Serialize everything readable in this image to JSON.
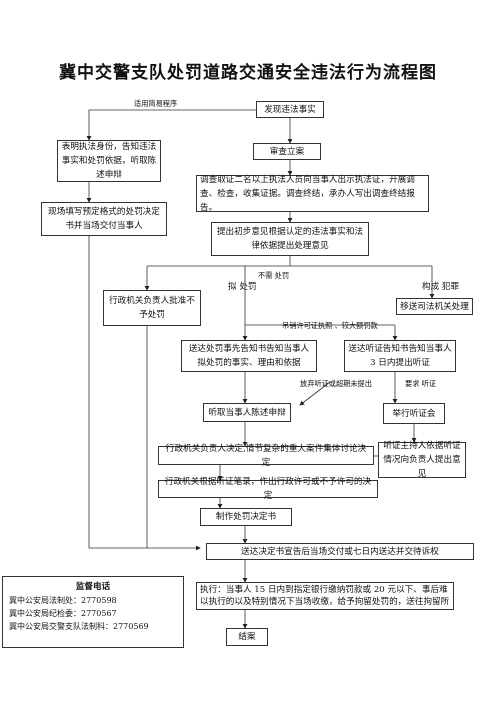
{
  "title": "冀中交警支队处罚道路交通安全违法行为流程图",
  "labels": {
    "simple_procedure": "适用简易程序",
    "no_penalty": "不需  处罚",
    "proposed_penalty": "拟  处罚",
    "constitutes_crime": "构成  犯罪",
    "revoke_license": "吊销许可证执照 、较大额罚款",
    "right_to_hearing": "放弃听证或超期未提出",
    "request_hearing": "要求  听证"
  },
  "boxes": {
    "discover": "发现违法事实",
    "identity": "表明执法身份，告知违法事实和处罚依据，听取陈述申辩",
    "onsite": "现场填写预定格式的处罚决定书并当场交付当事人",
    "register": "审查立案",
    "investigate": "调查取证二名以上执法人员向当事人出示执法证，开展调查、检查，收集证据。调查终结，承办人写出调查终结报告。",
    "proposal": "提出初步意见根据认定的违法事实和法律依据提出处理意见",
    "approve_no": "行政机关负责人批准不予处罚",
    "transfer_judicial": "移送司法机关处理",
    "notify_penalty": "送达处罚事先告知书告知当事人拟处罚的事实、理由和依据",
    "notify_hearing": "送达听证告知书告知当事人 3 日内提出听证",
    "hear_statement": "听取当事人陈述申辩",
    "hold_hearing": "举行听证会",
    "collective": "行政机关负责人决定,情节复杂的重大案件集体讨论决定",
    "hearing_report": "听证主持人依据听证情况向负责人提出意见",
    "decide_by_record": "行政机关根据听证笔录，作出行政许可或不予许可的决定",
    "make_decision": "制作处罚决定书",
    "deliver": "送达决定书宣告后当场交付或七日内送达并交待诉权",
    "execute": "执行：当事人 15 日内到指定银行缴纳罚款或 20 元以下、事后难以执行的以及特别情况下当场收缴，给予拘留处罚的，送往拘留所",
    "close": "结案"
  },
  "supervision": {
    "title": "监督电话",
    "lines": [
      "冀中公安局法制处：2770598",
      "冀中公安局纪检委：2770567",
      "冀中公安局交警支队法制科：2770569"
    ]
  }
}
